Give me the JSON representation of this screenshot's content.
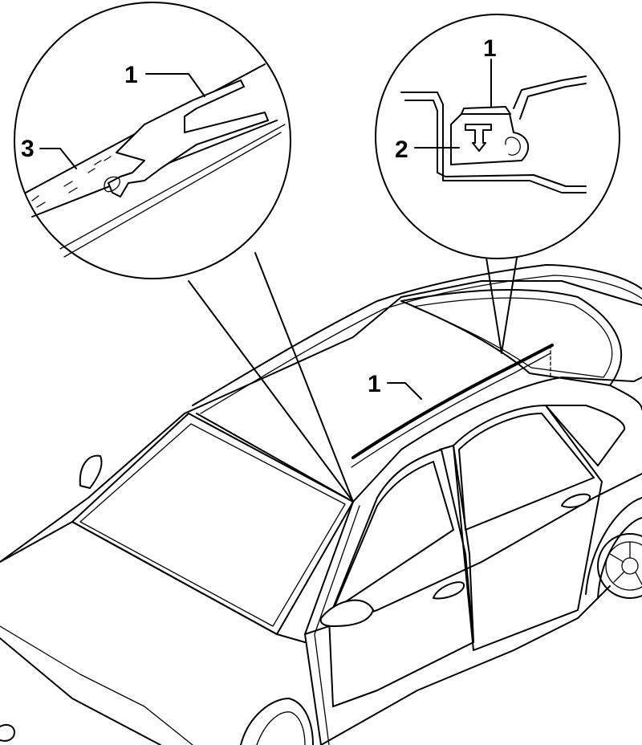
{
  "callouts": {
    "left_detail_part_1": "1",
    "left_detail_part_3": "3",
    "right_detail_part_1": "1",
    "right_detail_part_2": "2",
    "roof_part_1": "1"
  },
  "colors": {
    "line": "#000000",
    "background": "#ffffff"
  }
}
